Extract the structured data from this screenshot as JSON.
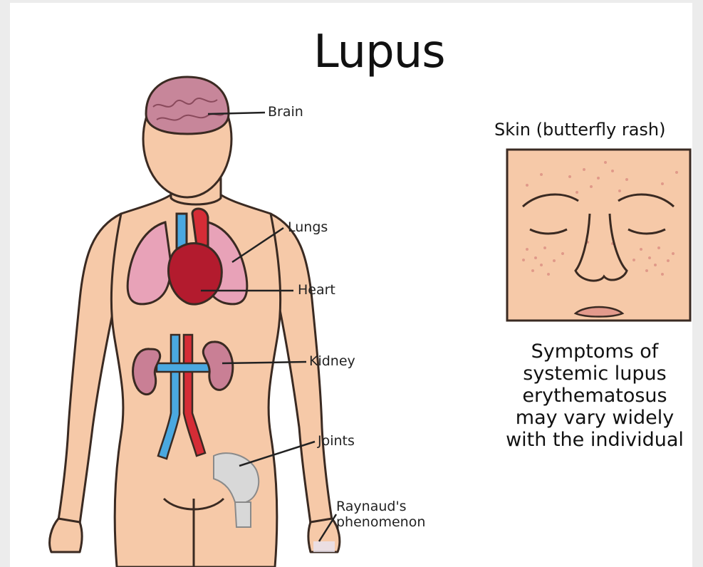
{
  "title": "Lupus",
  "labels": {
    "brain": "Brain",
    "lungs": "Lungs",
    "heart": "Heart",
    "kidney": "Kidney",
    "joints": "Joints",
    "raynauds": "Raynaud's\nphenomenon"
  },
  "skin_panel": {
    "title": "Skin (butterfly rash)"
  },
  "caption_lines": [
    "Symptoms of",
    "systemic lupus",
    "erythematosus",
    "may vary widely",
    "with the individual"
  ],
  "colors": {
    "skin": "#f6c9a8",
    "skin_outline": "#3a2a22",
    "brain": "#c7869a",
    "lungs": "#e8a2b8",
    "heart": "#b31b2e",
    "artery": "#d52c36",
    "vein": "#4aa8e0",
    "kidney": "#c97f95",
    "rash": "#d98a7f"
  }
}
